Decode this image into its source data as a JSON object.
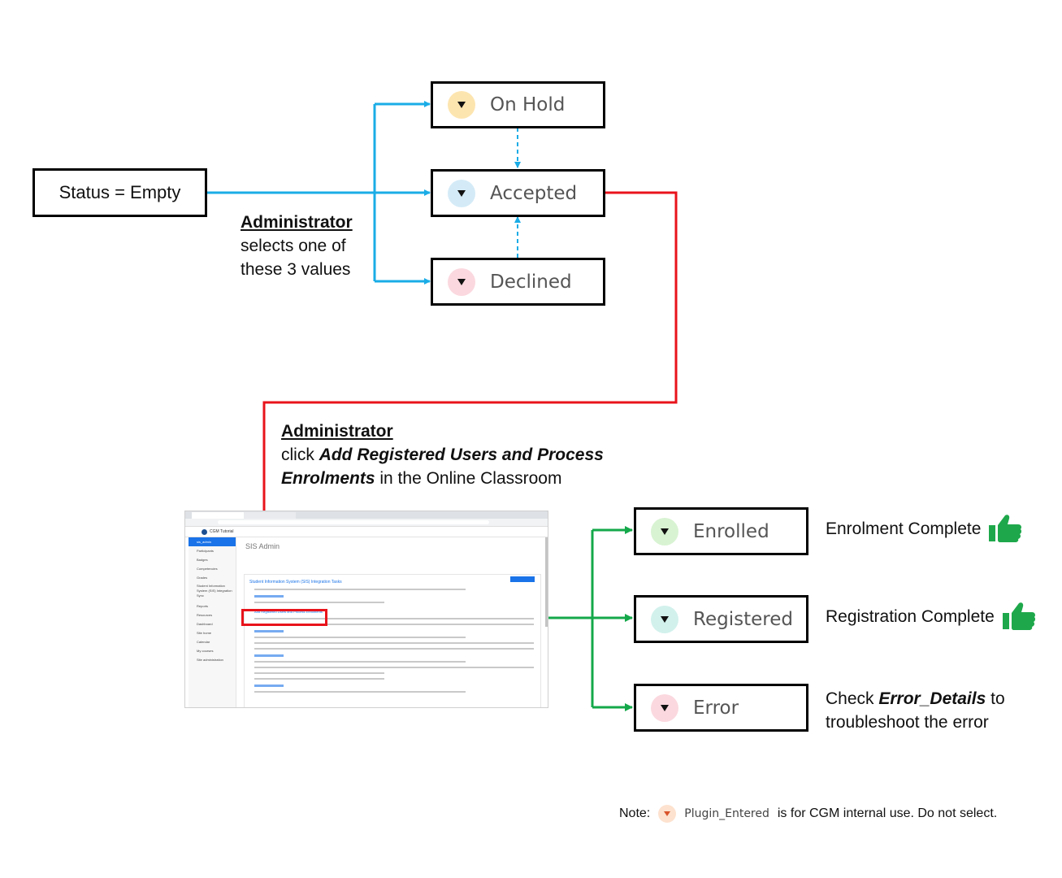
{
  "start_box": {
    "label": "Status = Empty"
  },
  "options": [
    {
      "label": "On Hold",
      "icon": "dropdown-arrow-icon",
      "color": "#fde5b0"
    },
    {
      "label": "Accepted",
      "icon": "dropdown-arrow-icon",
      "color": "#d4ebf7"
    },
    {
      "label": "Declined",
      "icon": "dropdown-arrow-icon",
      "color": "#fbd8df"
    }
  ],
  "admin_note_1": {
    "title": "Administrator",
    "line1": "selects one of",
    "line2": "these 3 values"
  },
  "admin_note_2": {
    "title": "Administrator",
    "prefix": "click",
    "action": "Add Registered Users and Process",
    "action2": "Enrolments",
    "suffix": "in the Online Classroom"
  },
  "screenshot": {
    "brand": "CGM Tutorial",
    "page_title": "SIS Admin",
    "card_title": "Student Information System (SIS) Integration Tasks",
    "highlight_link": "Add Registered Users and Process Enrolments",
    "sidebar_items": [
      "sis_admin",
      "Participants",
      "Badges",
      "Competencies",
      "Grades",
      "Student Information System (SIS) Integration Sync",
      "Reports",
      "Resources",
      "Dashboard",
      "Site home",
      "Calendar",
      "My courses",
      "Site administration"
    ]
  },
  "results": [
    {
      "label": "Enrolled",
      "icon": "dropdown-arrow-icon",
      "color": "#d8f3d2",
      "message": "Enrolment Complete",
      "thumb": true
    },
    {
      "label": "Registered",
      "icon": "dropdown-arrow-icon",
      "color": "#d2f1ec",
      "message": "Registration Complete",
      "thumb": true
    },
    {
      "label": "Error",
      "icon": "dropdown-arrow-icon",
      "color": "#fbd8df",
      "message_prefix": "Check",
      "message_em": "Error_Details",
      "message_suffix": "to",
      "message_line2": "troubleshoot the error",
      "thumb": false
    }
  ],
  "note": {
    "prefix": "Note:",
    "value": "Plugin_Entered",
    "suffix": "is for CGM internal use. Do not select.",
    "color": "#fde2cf"
  },
  "colors": {
    "blue": "#1aace6",
    "red": "#e8131b",
    "green": "#14a84a",
    "thumb": "#1ea84b"
  }
}
